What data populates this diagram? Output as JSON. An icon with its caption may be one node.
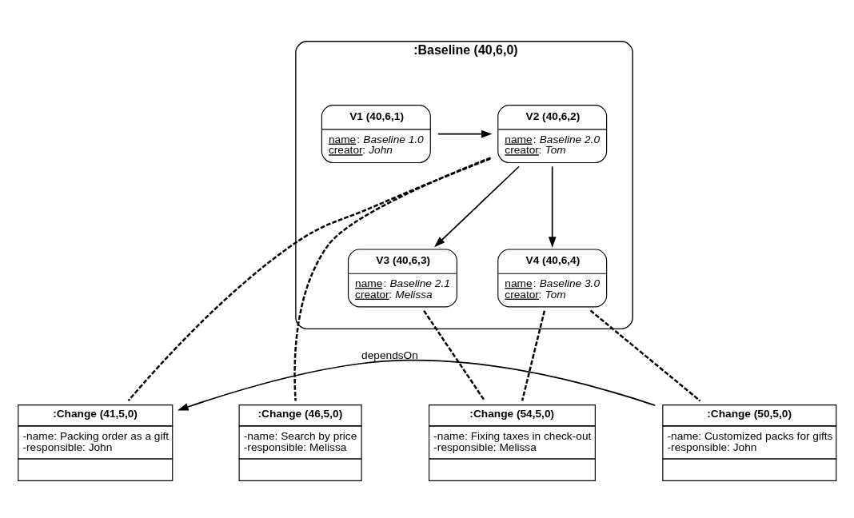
{
  "diagram": {
    "nodes": [
      {
        "text": [
          ":Baseline (40,6,0)"
        ]
      },
      {
        "text": [
          "V1 (40,6,1)",
          "name: Baseline 1.0",
          "creator: John"
        ],
        "in": 0
      },
      {
        "text": [
          "V2 (40,6,2)",
          "name: Baseline 2.0",
          "creator: Tom"
        ],
        "in": 0
      },
      {
        "text": [
          "V3 (40,6,3)",
          "name: Baseline 2.1",
          "creator: Melissa"
        ],
        "in": 0
      },
      {
        "text": [
          "V4 (40,6,4)",
          "name: Baseline 3.0",
          "creator: Tom"
        ],
        "in": 0
      },
      {
        "text": [
          ":Change (41,5,0)",
          "-name: Packing order as a gift",
          "-responsible: John"
        ]
      },
      {
        "text": [
          ":Change (46,5,0)",
          "-name: Search by price",
          "-responsible: Melissa"
        ]
      },
      {
        "text": [
          ":Change (54,5,0)",
          "-name: Fixing taxes in check-out",
          "-responsible: Melissa"
        ]
      },
      {
        "text": [
          ":Change (50,5,0)",
          "-name: Customized packs for gifts",
          "-responsible: John"
        ]
      }
    ],
    "edges": [
      {
        "from": 1,
        "to": 2,
        "arrow": "to"
      },
      {
        "from": 2,
        "to": 3,
        "arrow": "to"
      },
      {
        "from": 2,
        "to": 4,
        "arrow": "to"
      },
      {
        "from": 2,
        "to": 5,
        "arrow": "none",
        "style": "dashed"
      },
      {
        "from": 2,
        "to": 6,
        "arrow": "none",
        "style": "dashed"
      },
      {
        "from": 3,
        "to": 7,
        "arrow": "none",
        "style": "dashed"
      },
      {
        "from": 4,
        "to": 7,
        "arrow": "none",
        "style": "dashed"
      },
      {
        "from": 4,
        "to": 8,
        "arrow": "none",
        "style": "dashed"
      },
      {
        "from": 8,
        "to": 5,
        "arrow": "to",
        "label": "dependsOn"
      }
    ]
  }
}
